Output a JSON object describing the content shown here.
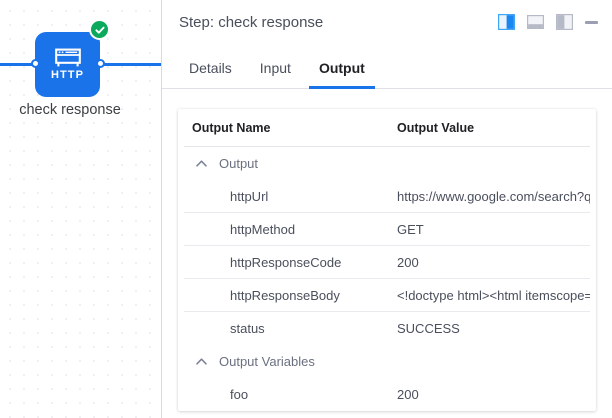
{
  "canvas": {
    "node": {
      "icon_name": "http-node-icon",
      "icon_label": "HTTP",
      "caption": "check response",
      "status_icon": "check-circle-icon",
      "node_color": "#1a73e8",
      "status_color": "#0ba95b"
    }
  },
  "panel": {
    "header": {
      "title": "Step: check response",
      "icons": [
        {
          "name": "dock-right-icon",
          "active": true
        },
        {
          "name": "dock-bottom-icon",
          "active": false
        },
        {
          "name": "dock-left-icon",
          "active": false
        },
        {
          "name": "minimize-icon",
          "active": false
        }
      ]
    },
    "tabs": [
      {
        "label": "Details",
        "active": false
      },
      {
        "label": "Input",
        "active": false
      },
      {
        "label": "Output",
        "active": true
      }
    ],
    "accent_color": "#1a73e8",
    "table": {
      "columns": [
        "Output Name",
        "Output Value"
      ],
      "groups": [
        {
          "label": "Output",
          "expanded": true,
          "rows": [
            {
              "name": "httpUrl",
              "value": "https://www.google.com/search?q="
            },
            {
              "name": "httpMethod",
              "value": "GET"
            },
            {
              "name": "httpResponseCode",
              "value": "200"
            },
            {
              "name": "httpResponseBody",
              "value": "<!doctype html><html itemscope=\""
            },
            {
              "name": "status",
              "value": "SUCCESS"
            }
          ]
        },
        {
          "label": "Output Variables",
          "expanded": true,
          "rows": [
            {
              "name": "foo",
              "value": "200"
            }
          ]
        }
      ]
    }
  }
}
